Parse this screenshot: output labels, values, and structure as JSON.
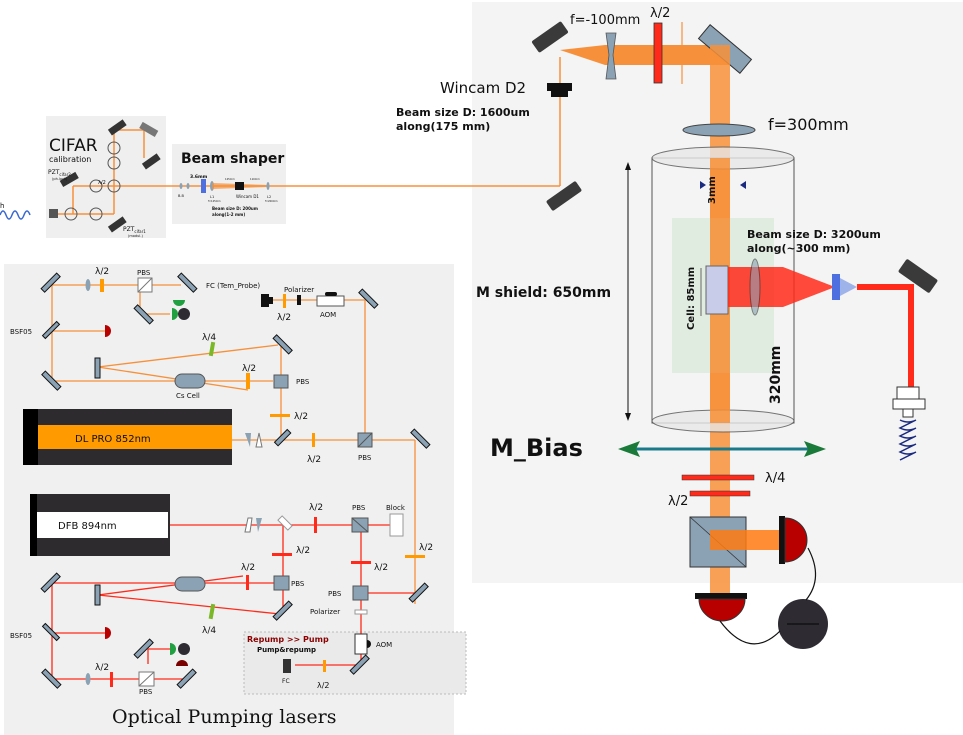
{
  "title": "Optical setup: optical pumping lasers, beam shaper, CIFAR calibration and magnetometer cell",
  "colors": {
    "panel_bg": "#f4f4f4",
    "probe_beam": "#f7903a",
    "pump_beam": "#ff3020",
    "mirror": "#8aa2b4",
    "mirror_dark": "#3a3a3a",
    "laser_body": "#2e2b2e",
    "dl_pro_band": "#ff9a00",
    "bias_arrow": "#1a7a8a",
    "bias_arrowhead": "#1a7a3a",
    "detector_red": "#b80000",
    "detector_green": "#20a040",
    "lambda4_green": "#7ab828",
    "pbs_blue": "#8aa2b4",
    "prism_blue": "#4d6fe0",
    "fiber_blue": "#1a2a80"
  },
  "cifar": {
    "title": "CIFAR",
    "subtitle": "calibration",
    "pzt2": "PZT",
    "pzt2_sub": "cifar2",
    "pzt2_note": "(ph.lock)",
    "pzt1": "PZT",
    "pzt1_sub": "cifar1",
    "pzt1_note": "(modul.)",
    "waveplate": "λ/2",
    "fiber_label": "h"
  },
  "beam_shaper": {
    "title": "Beam shaper",
    "aperture": "3.6mm",
    "bb": "B.B",
    "l1": "L1",
    "l1_note": "f=125mm",
    "l2": "L2",
    "l2_note": "f=200mm",
    "dist1": "125mm",
    "dist2": "110mm",
    "camera": "Wincam D1",
    "beam_size": "Beam size D: 200um",
    "along": "along(1-2 mm)"
  },
  "top_right": {
    "lens_neg": "f=-100mm",
    "halfwave": "λ/2",
    "camera": "Wincam D2",
    "beam_size": "Beam size D: 1600um",
    "along": "along(175 mm)",
    "lens_pos": "f=300mm"
  },
  "shield": {
    "three_mm": "3mm",
    "cell": "Cell: 85mm",
    "m_shield": "M shield: 650mm",
    "length_320": "320mm",
    "pump_beam_size": "Beam size D: 3200um",
    "pump_along": "along(~300 mm)",
    "bias": "M_Bias",
    "quarterwave": "λ/4",
    "halfwave": "λ/2"
  },
  "probe_laser": {
    "pbs_top": "PBS",
    "halfwave_top": "λ/2",
    "fc": "FC (Tem_Probe)",
    "polarizer": "Polarizer",
    "halfwave_fc": "λ/2",
    "aom": "AOM",
    "bsf": "BSF05",
    "quarterwave": "λ/4",
    "halfwave_mid": "λ/2",
    "pbs_mid": "PBS",
    "cs_cell": "Cs Cell",
    "halfwave_low": "λ/2",
    "laser_name": "DL PRO 852nm",
    "halfwave_out": "λ/2",
    "pbs_out": "PBS"
  },
  "pump_laser": {
    "laser_name": "DFB 894nm",
    "halfwave_1": "λ/2",
    "pbs_1": "PBS",
    "block": "Block",
    "halfwave_2": "λ/2",
    "halfwave_3": "λ/2",
    "halfwave_cell": "λ/2",
    "pbs_cell": "PBS",
    "halfwave_probe_path": "λ/2",
    "pbs_2": "PBS",
    "polarizer": "Polarizer",
    "quarterwave": "λ/4",
    "bsf": "BSF05",
    "aom": "AOM",
    "repump_title": "Repump >> Pump",
    "repump_sub": "Pump&repump",
    "fc": "FC",
    "halfwave_fc": "λ/2",
    "halfwave_bottom": "λ/2",
    "pbs_bottom": "PBS"
  },
  "caption": "Optical Pumping lasers"
}
